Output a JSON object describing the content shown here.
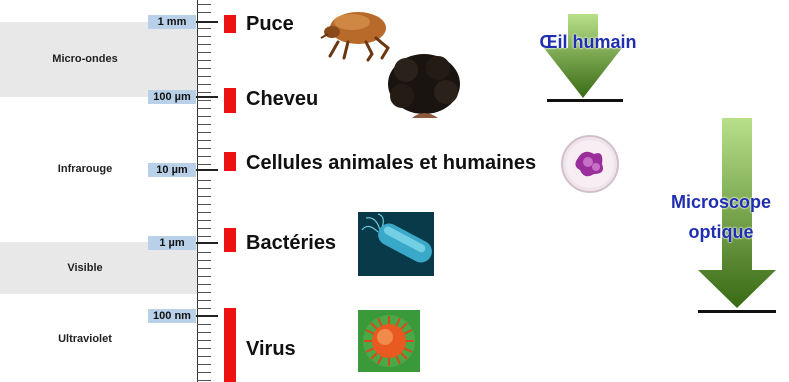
{
  "bands": {
    "micro_ondes": "Micro-ondes",
    "infrarouge": "Infrarouge",
    "visible": "Visible",
    "ultraviolet": "Ultraviolet"
  },
  "scale": {
    "t1mm": "1 mm",
    "t100um": "100 µm",
    "t10um": "10 µm",
    "t1um": "1 µm",
    "t100nm": "100 nm"
  },
  "organisms": {
    "puce": "Puce",
    "cheveu": "Cheveu",
    "cellules": "Cellules animales et humaines",
    "bacteries": "Bactéries",
    "virus": "Virus"
  },
  "ranges": {
    "oeil": "Œil humain",
    "microscope_line1": "Microscope",
    "microscope_line2": "optique"
  },
  "colors": {
    "size_bar": "#ee1111",
    "scale_label_bg": "#b8d0e8",
    "band_gray": "#e8e8e8",
    "range_title": "#1f2fb0",
    "arrow_green": "#5a8a1c"
  }
}
